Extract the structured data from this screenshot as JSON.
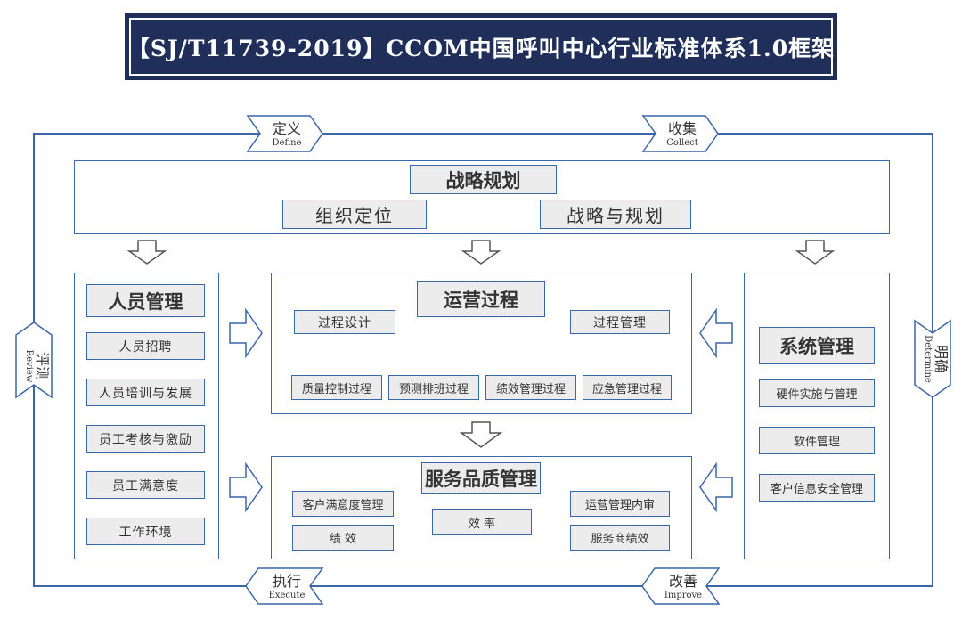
{
  "title": "【SJ/T11739-2019】CCOM中国呼叫中心行业标准体系1.0框架",
  "cycle": {
    "define_cn": "定义",
    "define_en": "Define",
    "collect_cn": "收集",
    "collect_en": "Collect",
    "determine_cn": "明确",
    "determine_en": "Determine",
    "improve_cn": "改善",
    "improve_en": "Improve",
    "execute_cn": "执行",
    "execute_en": "Execute",
    "review_cn": "评测",
    "review_en": "Review"
  },
  "strategy": {
    "title": "战略规划",
    "items": [
      "组织定位",
      "战略与规划"
    ]
  },
  "people": {
    "title": "人员管理",
    "items": [
      "人员招聘",
      "人员培训与发展",
      "员工考核与激励",
      "员工满意度",
      "工作环境"
    ]
  },
  "operations": {
    "title": "运营过程",
    "design": "过程设计",
    "manage": "过程管理",
    "items": [
      "质量控制过程",
      "预测排班过程",
      "绩效管理过程",
      "应急管理过程"
    ]
  },
  "service": {
    "title": "服务品质管理",
    "left": [
      "客户满意度管理",
      "绩 效"
    ],
    "center": "效 率",
    "right": [
      "运营管理内审",
      "服务商绩效"
    ]
  },
  "system": {
    "title": "系统管理",
    "items": [
      "硬件实施与管理",
      "软件管理",
      "客户信息安全管理"
    ]
  }
}
